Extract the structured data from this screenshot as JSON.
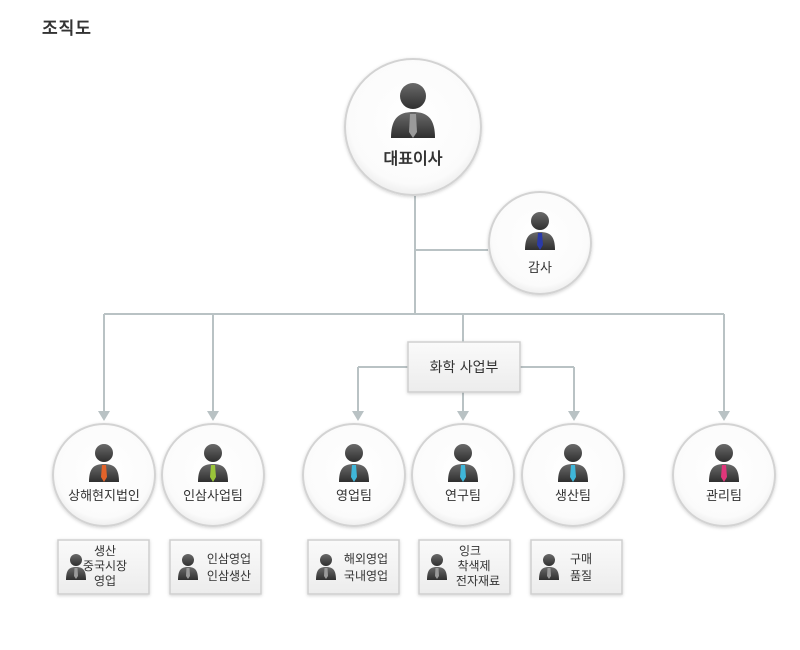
{
  "title": "조직도",
  "colors": {
    "connector": "#b9c2c4",
    "circle_fill": "#ffffff",
    "circle_stroke": "#d3d3d3",
    "box_fill": "#f2f2f2",
    "box_border": "#cfcfcf",
    "person": "#4d4d4d"
  },
  "ceo": {
    "label": "대표이사",
    "tie": "#9a9a9a"
  },
  "auditor": {
    "label": "감사",
    "tie": "#2a3aa8"
  },
  "division": {
    "label": "화학 사업부"
  },
  "teams": [
    {
      "id": "shanghai",
      "label": "상해현지법인",
      "tie": "#e2632a",
      "box_lines": [
        "생산",
        "중국시장",
        "영업"
      ]
    },
    {
      "id": "ginseng",
      "label": "인삼사업팀",
      "tie": "#9ac43a",
      "box_lines": [
        "인삼영업",
        "인삼생산"
      ]
    },
    {
      "id": "sales",
      "label": "영업팀",
      "tie": "#3fb6d9",
      "box_lines": [
        "해외영업",
        "국내영업"
      ]
    },
    {
      "id": "research",
      "label": "연구팀",
      "tie": "#3fb6d9",
      "box_lines": [
        "잉크",
        "착색제",
        "전자재료"
      ]
    },
    {
      "id": "production",
      "label": "생산팀",
      "tie": "#3fb6d9",
      "box_lines": [
        "구매",
        "품질"
      ]
    },
    {
      "id": "management",
      "label": "관리팀",
      "tie": "#e0367a",
      "box_lines": []
    }
  ],
  "icons": {
    "person": "person-icon",
    "arrow": "arrow-down-icon"
  }
}
